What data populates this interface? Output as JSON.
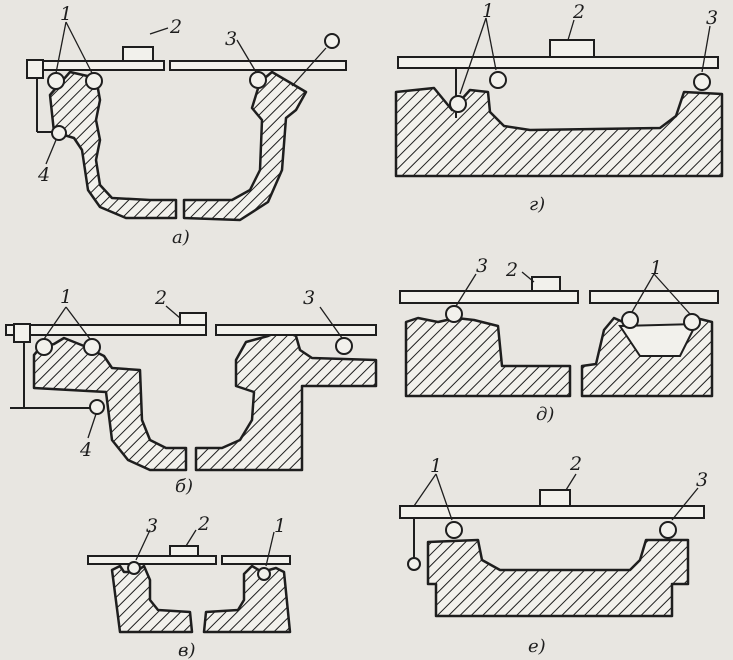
{
  "colors": {
    "ink": "#1e1e1e",
    "paper": "#e8e6e1"
  },
  "labels": {
    "one": "1",
    "two": "2",
    "three": "3",
    "four": "4"
  },
  "captions": {
    "a": "а)",
    "b": "б)",
    "v": "в)",
    "g": "г)",
    "d": "д)",
    "e": "е)"
  }
}
